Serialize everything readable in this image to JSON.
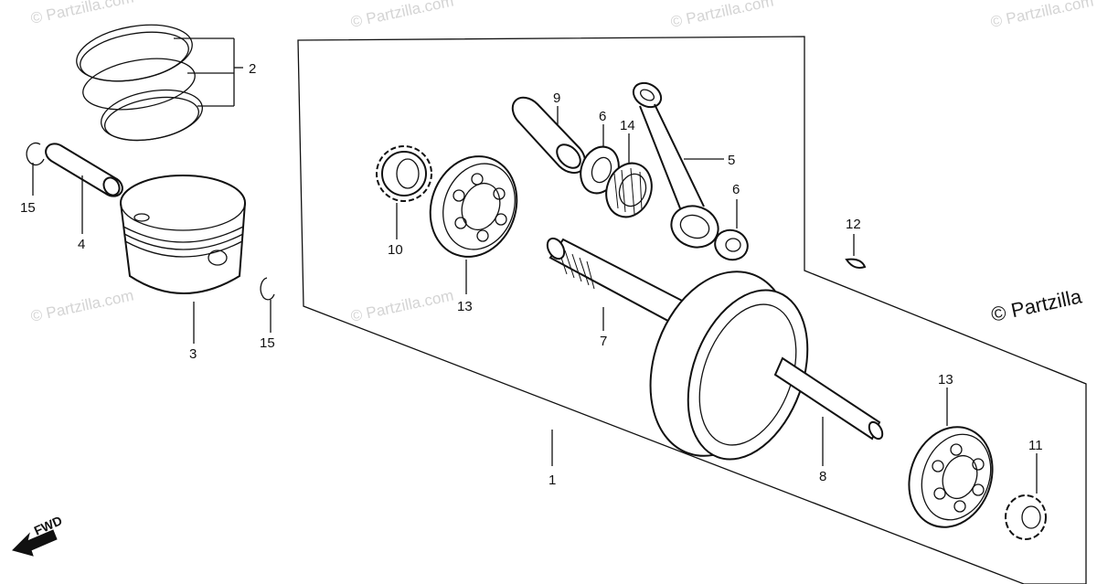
{
  "watermark": "© Partzilla.com",
  "watermark_edge": "© Partzilla",
  "fwd_label": "FWD",
  "callouts": {
    "c1": "1",
    "c2": "2",
    "c3": "3",
    "c4": "4",
    "c5": "5",
    "c6a": "6",
    "c6b": "6",
    "c7": "7",
    "c8": "8",
    "c9": "9",
    "c10": "10",
    "c11": "11",
    "c12": "12",
    "c13a": "13",
    "c13b": "13",
    "c14": "14",
    "c15a": "15",
    "c15b": "15"
  }
}
